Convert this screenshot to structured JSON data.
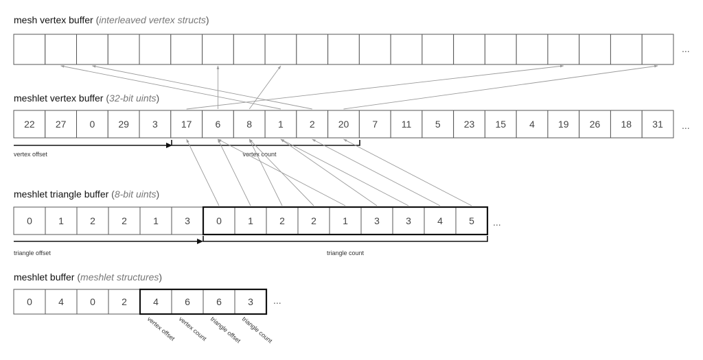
{
  "mesh_vertex_buffer": {
    "title": "mesh vertex buffer",
    "title_paren_open": " (",
    "title_italic": "interleaved vertex structs",
    "title_paren_close": ")",
    "cell_count": 21,
    "ellipsis": "..."
  },
  "meshlet_vertex_buffer": {
    "title": "meshlet vertex buffer",
    "title_paren_open": " (",
    "title_italic": "32-bit uints",
    "title_paren_close": ")",
    "values": [
      "22",
      "27",
      "0",
      "29",
      "3",
      "17",
      "6",
      "8",
      "1",
      "2",
      "20",
      "7",
      "11",
      "5",
      "23",
      "15",
      "4",
      "19",
      "26",
      "18",
      "31"
    ],
    "ellipsis": "...",
    "offset_label": "vertex offset",
    "count_label": "vertex count"
  },
  "meshlet_triangle_buffer": {
    "title": "meshlet triangle buffer",
    "title_paren_open": " (",
    "title_italic": "8-bit uints",
    "title_paren_close": ")",
    "values": [
      "0",
      "1",
      "2",
      "2",
      "1",
      "3",
      "0",
      "1",
      "2",
      "2",
      "1",
      "3",
      "3",
      "4",
      "5"
    ],
    "ellipsis": "...",
    "offset_label": "triangle offset",
    "count_label": "triangle count"
  },
  "meshlet_buffer": {
    "title": "meshlet buffer",
    "title_paren_open": " (",
    "title_italic": "meshlet structures",
    "title_paren_close": ")",
    "values": [
      "0",
      "4",
      "0",
      "2",
      "4",
      "6",
      "6",
      "3"
    ],
    "ellipsis": "...",
    "field_labels": [
      "vertex offset",
      "vertex count",
      "triangle offset",
      "triangle count"
    ]
  },
  "colors": {
    "connector": "#9a9a9a",
    "cell_border": "#555555",
    "highlight": "#111111"
  }
}
